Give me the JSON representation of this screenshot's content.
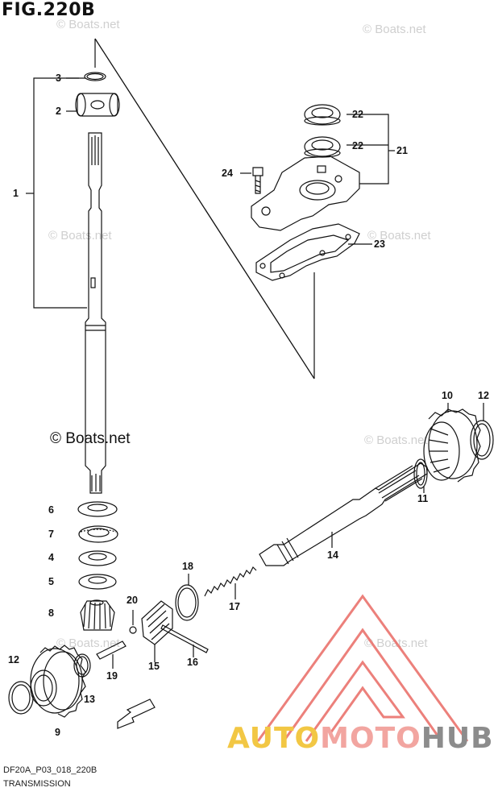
{
  "figure": {
    "title": "FIG.220B"
  },
  "footer": {
    "code": "DF20A_P03_018_220B",
    "name": "TRANSMISSION"
  },
  "watermark": {
    "text": "© Boats.net"
  },
  "logo": {
    "part1": "AUTO",
    "part2": "MOTO",
    "part3": "HUB"
  },
  "colors": {
    "line": "#111111",
    "logo_red": "#e96a64",
    "logo_yellow": "#f2c744",
    "logo_grey": "#8c8c8c"
  },
  "labels": [
    "1",
    "2",
    "3",
    "4",
    "5",
    "6",
    "7",
    "8",
    "9",
    "10",
    "11",
    "12",
    "12",
    "13",
    "14",
    "15",
    "16",
    "17",
    "18",
    "19",
    "20",
    "21",
    "22",
    "22",
    "23",
    "24"
  ]
}
